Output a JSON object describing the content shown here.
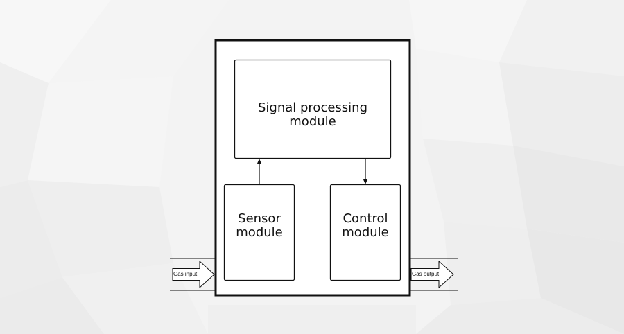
{
  "diagram": {
    "modules": {
      "signal_processing": "Signal processing module",
      "sensor_line1": "Sensor",
      "sensor_line2": "module",
      "control_line1": "Control",
      "control_line2": "module"
    },
    "flows": {
      "gas_input": "Gas input",
      "gas_output": "Gas output"
    }
  },
  "colors": {
    "line": "#111111",
    "box_fill": "#ffffff",
    "background": "#f2f2f2"
  }
}
